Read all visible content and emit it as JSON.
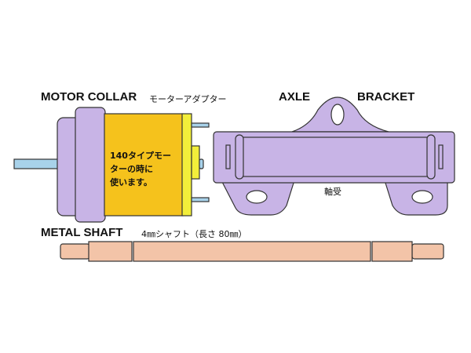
{
  "motor_collar": {
    "title": "MOTOR COLLAR",
    "subtitle": "モーターアダプター",
    "note_lines": [
      "140タイプモー",
      "ターの時に",
      "使います。"
    ]
  },
  "axle_bracket": {
    "title_left": "AXLE",
    "title_right": "BRACKET",
    "part_label": "軸受"
  },
  "metal_shaft": {
    "title": "METAL SHAFT",
    "subtitle": "4㎜シャフト（長さ 80㎜）"
  },
  "colors": {
    "collar": "#c8b4e6",
    "motor": "#f5c21c",
    "motor_end": "#f2ee3a",
    "shaft": "#f3c4a8",
    "motor_shaft": "#a8d2ea"
  }
}
